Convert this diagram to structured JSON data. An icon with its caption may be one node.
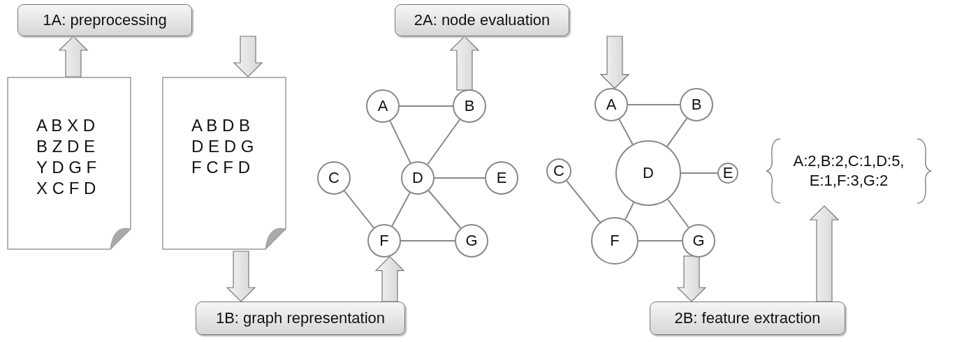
{
  "diagram": {
    "nodes": [
      {
        "text": [
          "1A: preprocessing"
        ]
      },
      {
        "text": [
          "A B X D B Z D E Y D G F X C F D"
        ]
      },
      {
        "text": [
          "A B D B D E D G F C F D"
        ]
      },
      {
        "text": [
          "2A: node evaluation"
        ]
      },
      {
        "text": [
          "1B: graph representation"
        ]
      },
      {
        "text": [
          "2B: feature extraction"
        ]
      },
      {
        "text": [
          "A"
        ]
      },
      {
        "text": [
          "B"
        ]
      },
      {
        "text": [
          "C"
        ]
      },
      {
        "text": [
          "D"
        ]
      },
      {
        "text": [
          "E"
        ]
      },
      {
        "text": [
          "F"
        ]
      },
      {
        "text": [
          "G"
        ]
      },
      {
        "text": [
          "A"
        ]
      },
      {
        "text": [
          "B"
        ]
      },
      {
        "text": [
          "C"
        ]
      },
      {
        "text": [
          "D"
        ]
      },
      {
        "text": [
          "E"
        ]
      },
      {
        "text": [
          "F"
        ]
      },
      {
        "text": [
          "G"
        ]
      },
      {
        "text": [
          "A:2,B:2,C:1,D:5, E:1,F:3,G:2"
        ]
      }
    ],
    "edges": [
      {
        "from": 1,
        "to": 0,
        "arrow": "to"
      },
      {
        "from": 0,
        "to": 2,
        "arrow": "to"
      },
      {
        "from": 2,
        "to": 4,
        "arrow": "to"
      },
      {
        "from": 4,
        "to": 11,
        "arrow": "to"
      },
      {
        "from": 7,
        "to": 3,
        "arrow": "to"
      },
      {
        "from": 3,
        "to": 13,
        "arrow": "to"
      },
      {
        "from": 19,
        "to": 5,
        "arrow": "to"
      },
      {
        "from": 5,
        "to": 20,
        "arrow": "to"
      },
      {
        "from": 6,
        "to": 7,
        "arrow": "none"
      },
      {
        "from": 6,
        "to": 9,
        "arrow": "none"
      },
      {
        "from": 7,
        "to": 9,
        "arrow": "none"
      },
      {
        "from": 8,
        "to": 11,
        "arrow": "none"
      },
      {
        "from": 9,
        "to": 10,
        "arrow": "none"
      },
      {
        "from": 9,
        "to": 11,
        "arrow": "none"
      },
      {
        "from": 9,
        "to": 12,
        "arrow": "none"
      },
      {
        "from": 11,
        "to": 12,
        "arrow": "none"
      },
      {
        "from": 13,
        "to": 14,
        "arrow": "none"
      },
      {
        "from": 13,
        "to": 16,
        "arrow": "none"
      },
      {
        "from": 14,
        "to": 16,
        "arrow": "none"
      },
      {
        "from": 15,
        "to": 18,
        "arrow": "none"
      },
      {
        "from": 16,
        "to": 17,
        "arrow": "none"
      },
      {
        "from": 16,
        "to": 18,
        "arrow": "none"
      },
      {
        "from": 16,
        "to": 19,
        "arrow": "none"
      },
      {
        "from": 18,
        "to": 19,
        "arrow": "none"
      }
    ]
  }
}
